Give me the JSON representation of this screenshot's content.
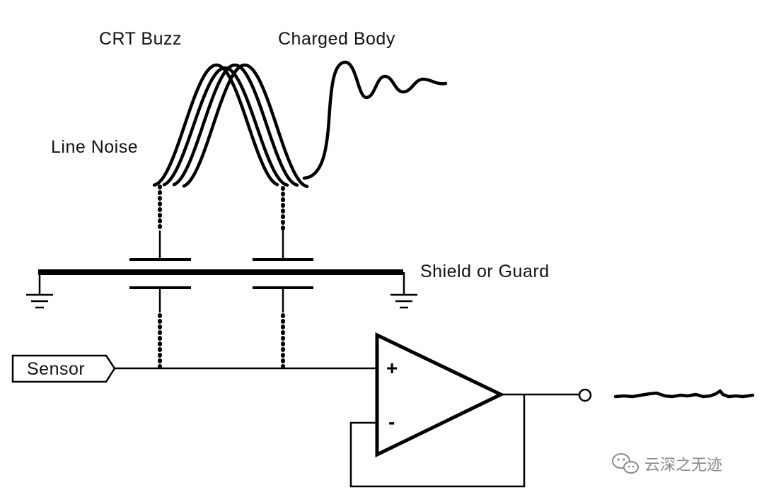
{
  "labels": {
    "crt_buzz": "CRT Buzz",
    "charged_body": "Charged Body",
    "line_noise": "Line Noise",
    "shield": "Shield or Guard",
    "sensor": "Sensor",
    "plus": "+",
    "minus": "-"
  },
  "watermark": {
    "text": "云深之无迹",
    "icon": "wechat-icon"
  },
  "colors": {
    "ink": "#000000",
    "background": "#ffffff",
    "watermark": "#8a8a8a"
  }
}
